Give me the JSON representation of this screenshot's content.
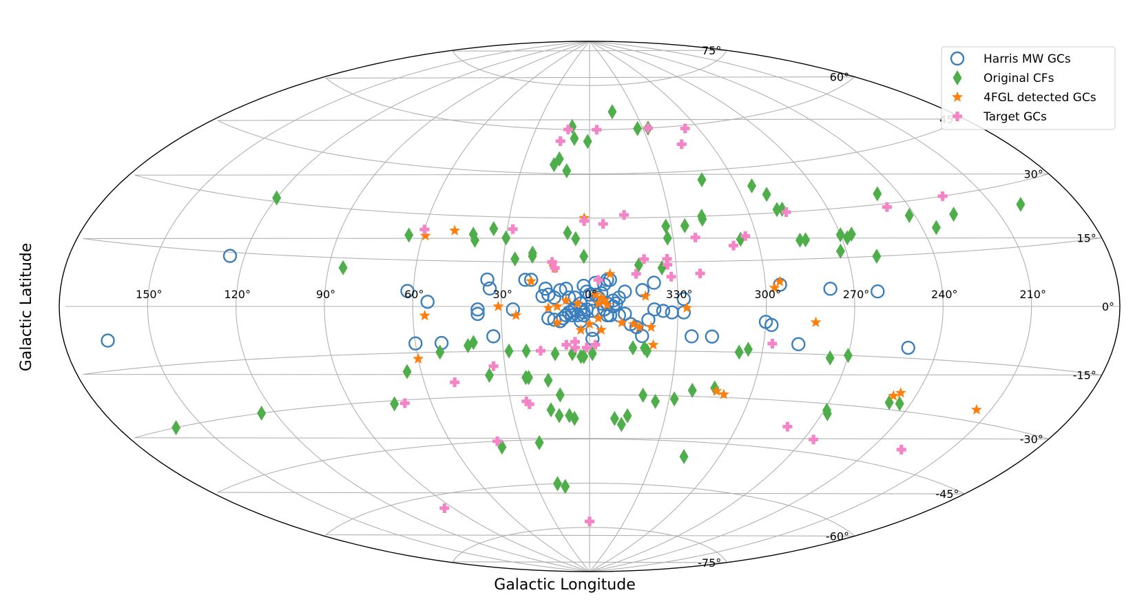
{
  "chart_data": {
    "type": "scatter",
    "projection": "aitoff",
    "xlabel": "Galactic Longitude",
    "ylabel": "Galactic Latitude",
    "xlim": [
      -180,
      180
    ],
    "ylim": [
      -90,
      90
    ],
    "grid": true,
    "legend_position": "top-right",
    "lon_ticks": [
      "150°",
      "120°",
      "90°",
      "60°",
      "30°",
      "0°",
      "330°",
      "300°",
      "270°",
      "240°",
      "210°"
    ],
    "lat_ticks": [
      "75°",
      "60°",
      "45°",
      "30°",
      "15°",
      "0°",
      "-15°",
      "-30°",
      "-45°",
      "-60°",
      "-75°"
    ],
    "series": [
      {
        "name": "Harris MW GCs",
        "marker": "open-circle",
        "color": "#3A7EBE",
        "points": [
          [
            165,
            -8
          ],
          [
            125,
            14
          ],
          [
            62,
            5
          ],
          [
            55,
            1.5
          ],
          [
            35,
            9
          ],
          [
            34,
            6
          ],
          [
            33,
            -10
          ],
          [
            38,
            -1
          ],
          [
            38,
            -2.5
          ],
          [
            60,
            -12
          ],
          [
            51,
            -12
          ],
          [
            20,
            9
          ],
          [
            22,
            9
          ],
          [
            15,
            6
          ],
          [
            10,
            5.5
          ],
          [
            8,
            6
          ],
          [
            2,
            7
          ],
          [
            -2,
            8
          ],
          [
            -5,
            7.5
          ],
          [
            -2,
            4
          ],
          [
            -4,
            4.5
          ],
          [
            0,
            4
          ],
          [
            16,
            3.5
          ],
          [
            14,
            4
          ],
          [
            12,
            3
          ],
          [
            5,
            -1
          ],
          [
            6,
            -1.5
          ],
          [
            7,
            -2
          ],
          [
            3,
            -1
          ],
          [
            2,
            -2
          ],
          [
            1,
            -1
          ],
          [
            -1,
            -1.5
          ],
          [
            -3,
            -2
          ],
          [
            -5,
            -1
          ],
          [
            -8,
            2
          ],
          [
            -10,
            -3
          ],
          [
            -12,
            -2.5
          ],
          [
            -14,
            -6
          ],
          [
            -16,
            -7
          ],
          [
            -18,
            -10
          ],
          [
            -20,
            -4.5
          ],
          [
            -22,
            -1
          ],
          [
            -25,
            -1.5
          ],
          [
            -28,
            -2
          ],
          [
            -22,
            8
          ],
          [
            -18,
            5.5
          ],
          [
            -32,
            2.5
          ],
          [
            -32,
            -2
          ],
          [
            -35,
            -10
          ],
          [
            -42,
            -10
          ],
          [
            -60,
            -5
          ],
          [
            -62,
            -6
          ],
          [
            -65,
            7
          ],
          [
            -82,
            5.5
          ],
          [
            -98,
            4.5
          ],
          [
            -110,
            -12
          ],
          [
            -72,
            -12
          ],
          [
            10,
            -5
          ],
          [
            9,
            -4
          ],
          [
            12,
            -4.5
          ],
          [
            14,
            -4
          ],
          [
            -1,
            -8
          ],
          [
            -1,
            -11
          ],
          [
            3,
            -5
          ],
          [
            -4,
            1
          ],
          [
            -6,
            1
          ],
          [
            -10,
            3
          ],
          [
            5,
            3
          ],
          [
            7,
            3
          ],
          [
            -12,
            5
          ],
          [
            -8,
            0
          ],
          [
            -9,
            1
          ],
          [
            26,
            -1
          ],
          [
            1,
            5
          ],
          [
            3,
            1
          ],
          [
            -3,
            3
          ],
          [
            -6,
            9
          ],
          [
            -7,
            9
          ],
          [
            -5,
            -1
          ],
          [
            -6,
            -3
          ],
          [
            -7,
            -3
          ],
          [
            2,
            -3
          ],
          [
            4,
            -3
          ],
          [
            6,
            -3
          ],
          [
            8,
            -3
          ]
        ]
      },
      {
        "name": "Original CFs",
        "marker": "diamond",
        "color": "#4DAE4A",
        "points": [
          [
            10,
            61
          ],
          [
            8,
            57
          ],
          [
            1,
            56
          ],
          [
            14,
            50
          ],
          [
            16,
            48
          ],
          [
            10,
            46
          ],
          [
            -15,
            66
          ],
          [
            -27,
            60
          ],
          [
            -33,
            60
          ],
          [
            -47,
            42
          ],
          [
            -66,
            39
          ],
          [
            -70,
            36
          ],
          [
            -73,
            31
          ],
          [
            -71,
            31
          ],
          [
            120,
            31
          ],
          [
            65,
            23
          ],
          [
            35,
            26
          ],
          [
            42,
            24
          ],
          [
            41,
            22
          ],
          [
            30,
            23
          ],
          [
            26,
            16
          ],
          [
            20,
            17
          ],
          [
            20,
            18
          ],
          [
            8,
            25
          ],
          [
            5,
            23
          ],
          [
            2,
            17
          ],
          [
            -17,
            14
          ],
          [
            -25,
            13
          ],
          [
            -28,
            23
          ],
          [
            -28,
            27
          ],
          [
            -35,
            27
          ],
          [
            -42,
            30
          ],
          [
            -42,
            29
          ],
          [
            -54,
            22
          ],
          [
            -77,
            21
          ],
          [
            -75,
            21
          ],
          [
            -100,
            15
          ],
          [
            -88,
            17
          ],
          [
            -90,
            22
          ],
          [
            -92,
            21
          ],
          [
            -94,
            22
          ],
          [
            -112,
            33
          ],
          [
            -118,
            26
          ],
          [
            -125,
            22
          ],
          [
            -134,
            25
          ],
          [
            -160,
            25
          ],
          [
            85,
            12
          ],
          [
            52,
            -15
          ],
          [
            40,
            -12
          ],
          [
            42,
            -13
          ],
          [
            28,
            -15
          ],
          [
            22,
            -15
          ],
          [
            12,
            -16
          ],
          [
            6,
            -16
          ],
          [
            3,
            -17
          ],
          [
            2,
            -17
          ],
          [
            -1,
            -16
          ],
          [
            -15,
            -14
          ],
          [
            -19,
            -14
          ],
          [
            -20,
            -15
          ],
          [
            -52,
            -15
          ],
          [
            -55,
            -14
          ],
          [
            -84,
            -16
          ],
          [
            -90,
            -15
          ],
          [
            65,
            -21
          ],
          [
            36,
            -23
          ],
          [
            23,
            -24
          ],
          [
            22,
            -24
          ],
          [
            15,
            -25
          ],
          [
            11,
            -30
          ],
          [
            15,
            -35
          ],
          [
            12,
            -37
          ],
          [
            8,
            -37
          ],
          [
            6,
            -38
          ],
          [
            -10,
            -38
          ],
          [
            -15,
            -37
          ],
          [
            -25,
            -32
          ],
          [
            -32,
            -31
          ],
          [
            -38,
            -28
          ],
          [
            -46,
            -27
          ],
          [
            -44,
            -50
          ],
          [
            -91,
            -32
          ],
          [
            -92,
            -33
          ],
          [
            -112,
            -28
          ],
          [
            -116,
            -28
          ],
          [
            125,
            -30
          ],
          [
            160,
            -30
          ],
          [
            74,
            -31
          ],
          [
            39,
            -47
          ],
          [
            22,
            -46
          ],
          [
            14,
            -61
          ],
          [
            18,
            -60
          ],
          [
            -13,
            -40
          ],
          [
            -20,
            -30
          ]
        ]
      },
      {
        "name": "4FGL detected GCs",
        "marker": "star",
        "color": "#FF7F0E",
        "points": [
          [
            59,
            23
          ],
          [
            49,
            25
          ],
          [
            2,
            30
          ],
          [
            13,
            15
          ],
          [
            12,
            13
          ],
          [
            -7,
            11
          ],
          [
            -2,
            4
          ],
          [
            -4,
            3
          ],
          [
            -5,
            2
          ],
          [
            -6,
            0.5
          ],
          [
            -3,
            1
          ],
          [
            -19,
            3.5
          ],
          [
            -33,
            -0.5
          ],
          [
            20,
            8.5
          ],
          [
            14,
            -0.5
          ],
          [
            11,
            0
          ],
          [
            8,
            2
          ],
          [
            4,
            1
          ],
          [
            -3,
            -4
          ],
          [
            -15,
            -6
          ],
          [
            -17,
            -7
          ],
          [
            -22,
            -13
          ],
          [
            -21,
            -7
          ],
          [
            -11,
            -5.5
          ],
          [
            -4,
            -8
          ],
          [
            0,
            -6
          ],
          [
            3,
            -8
          ],
          [
            11,
            -5.5
          ],
          [
            25,
            -3
          ],
          [
            31,
            0
          ],
          [
            56,
            -3
          ],
          [
            60,
            -17
          ],
          [
            -65,
            8
          ],
          [
            -63,
            6
          ],
          [
            -77,
            -5
          ],
          [
            -112,
            -26
          ],
          [
            -114,
            -25
          ],
          [
            -145,
            -27
          ],
          [
            -47,
            -28
          ],
          [
            -50,
            -29
          ]
        ]
      },
      {
        "name": "Target GCs",
        "marker": "plus",
        "color": "#F384C6",
        "points": [
          [
            12,
            60
          ],
          [
            15,
            56
          ],
          [
            -4,
            60
          ],
          [
            -33,
            60
          ],
          [
            -53,
            59
          ],
          [
            -46,
            54
          ],
          [
            -13,
            31
          ],
          [
            2,
            29
          ],
          [
            -5,
            28
          ],
          [
            -38,
            23
          ],
          [
            -56,
            23
          ],
          [
            -51,
            20
          ],
          [
            -74,
            30
          ],
          [
            -112,
            29
          ],
          [
            -135,
            30
          ],
          [
            60,
            25
          ],
          [
            28,
            26
          ],
          [
            13,
            15
          ],
          [
            12,
            13
          ],
          [
            -3,
            9
          ],
          [
            -27,
            14
          ],
          [
            -19,
            16
          ],
          [
            -27,
            16
          ],
          [
            -16,
            11
          ],
          [
            -28,
            10
          ],
          [
            -38,
            11
          ],
          [
            8,
            -13
          ],
          [
            5,
            -14
          ],
          [
            1,
            -14
          ],
          [
            5,
            -12
          ],
          [
            -2,
            -13
          ],
          [
            17,
            -15
          ],
          [
            34,
            -20
          ],
          [
            49,
            -25
          ],
          [
            70,
            -31
          ],
          [
            23,
            -33
          ],
          [
            24,
            -32
          ],
          [
            40,
            -45
          ],
          [
            95,
            -64
          ],
          [
            0,
            -73
          ],
          [
            -63,
            -12
          ],
          [
            -80,
            -38
          ],
          [
            -94,
            -41
          ],
          [
            -132,
            -40
          ]
        ]
      }
    ]
  }
}
